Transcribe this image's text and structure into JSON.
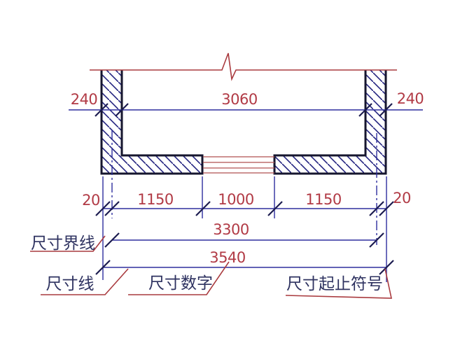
{
  "figure": {
    "type": "architectural-dimension-diagram",
    "dims": {
      "wall_left": "240",
      "inner_width": "3060",
      "wall_right": "240",
      "offset_left": "20",
      "seg_left": "1150",
      "seg_mid": "1000",
      "seg_right": "1150",
      "offset_right": "20",
      "axis_total": "3300",
      "outer_total": "3540"
    },
    "labels": {
      "extension_line": "尺寸界线",
      "dimension_line": "尺寸线",
      "dimension_number": "尺寸数字",
      "start_end_symbol": "尺寸起止符号"
    },
    "colors": {
      "dimension_text": "#b13a45",
      "red_line": "#a93a3e",
      "blue_line": "#2e2e9e",
      "outline": "#16162e",
      "hatch": "#232380",
      "label_text": "#2e3260",
      "background": "#ffffff"
    }
  }
}
